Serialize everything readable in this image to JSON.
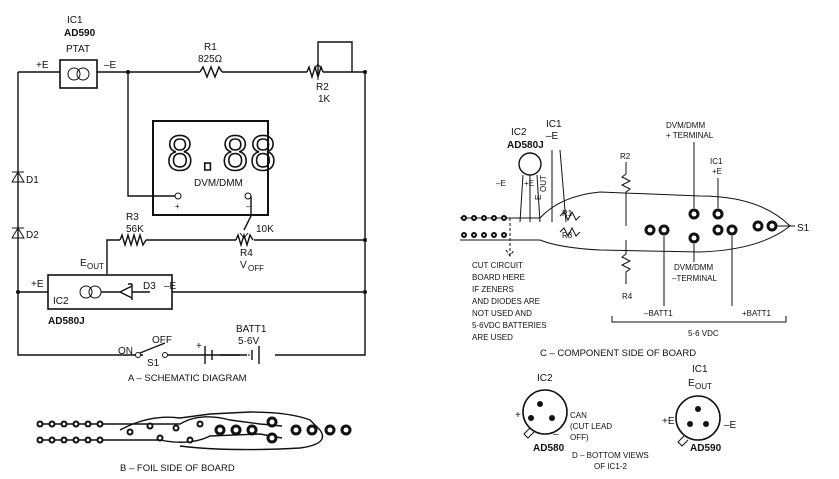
{
  "schematic": {
    "ic1_label": "IC1",
    "ic1_part": "AD590",
    "ic1_type": "PTAT",
    "plus_e": "+E",
    "minus_e": "–E",
    "r1_label": "R1",
    "r1_value": "825Ω",
    "r2_label": "R2",
    "r2_value": "1K",
    "display_digits": "8.88",
    "dvm_label": "DVM/DMM",
    "dvm_plus": "+",
    "dvm_minus": "–",
    "d1_label": "D1",
    "d2_label": "D2",
    "r3_label": "R3",
    "r3_value": "56K",
    "r4_value": "10K",
    "r4_label": "R4",
    "voff": "V",
    "voff_sub": "OFF",
    "eout": "E",
    "eout_sub": "OUT",
    "ic2_label": "IC2",
    "ic2_part": "AD580J",
    "d3_label": "D3",
    "switch_on": "ON",
    "switch_off": "OFF",
    "s1_label": "S1",
    "batt_label": "BATT1",
    "batt_value": "5·6V",
    "batt_plus": "+",
    "caption": "A – SCHEMATIC DIAGRAM"
  },
  "foil": {
    "caption": "B – FOIL SIDE OF BOARD"
  },
  "component": {
    "ic2_label": "IC2",
    "ic2_part": "AD580J",
    "ic1_label": "IC1",
    "ic1_minus_e": "–E",
    "minus_e": "–E",
    "plus_e": "+E",
    "eout": "E",
    "eout_sub": "OUT",
    "dvm_plus_line1": "DVM/DMM",
    "dvm_plus_line2": "+ TERMINAL",
    "ic1_right_label": "IC1",
    "ic1_right_pin": "+E",
    "r2_label": "R2",
    "r1_label": "R1",
    "r3_label": "R3",
    "r4_label": "R4",
    "s1_label": "S1",
    "dvm_minus_line1": "DVM/DMM",
    "dvm_minus_line2": "–TERMINAL",
    "batt_minus": "–BATT1",
    "batt_plus": "+BATT1",
    "vdc": "5·6 VDC",
    "note": [
      "CUT CIRCUIT",
      "BOARD HERE",
      "IF ZENERS",
      "AND DIODES ARE",
      "NOT USED AND",
      "5·6VDC BATTERIES",
      "ARE USED"
    ],
    "caption": "C – COMPONENT SIDE OF BOARD"
  },
  "bottom_views": {
    "ic2_label": "IC2",
    "ic2_part": "AD580",
    "can_line1": "CAN",
    "can_line2": "(CUT LEAD",
    "can_line3": "OFF)",
    "plus": "+",
    "minus": "–",
    "ic1_label": "IC1",
    "ic1_eout": "E",
    "ic1_eout_sub": "OUT",
    "ic1_plus_e": "+E",
    "ic1_minus_e": "–E",
    "ic1_part": "AD590",
    "caption_line1": "D – BOTTOM VIEWS",
    "caption_line2": "OF IC1-2"
  }
}
